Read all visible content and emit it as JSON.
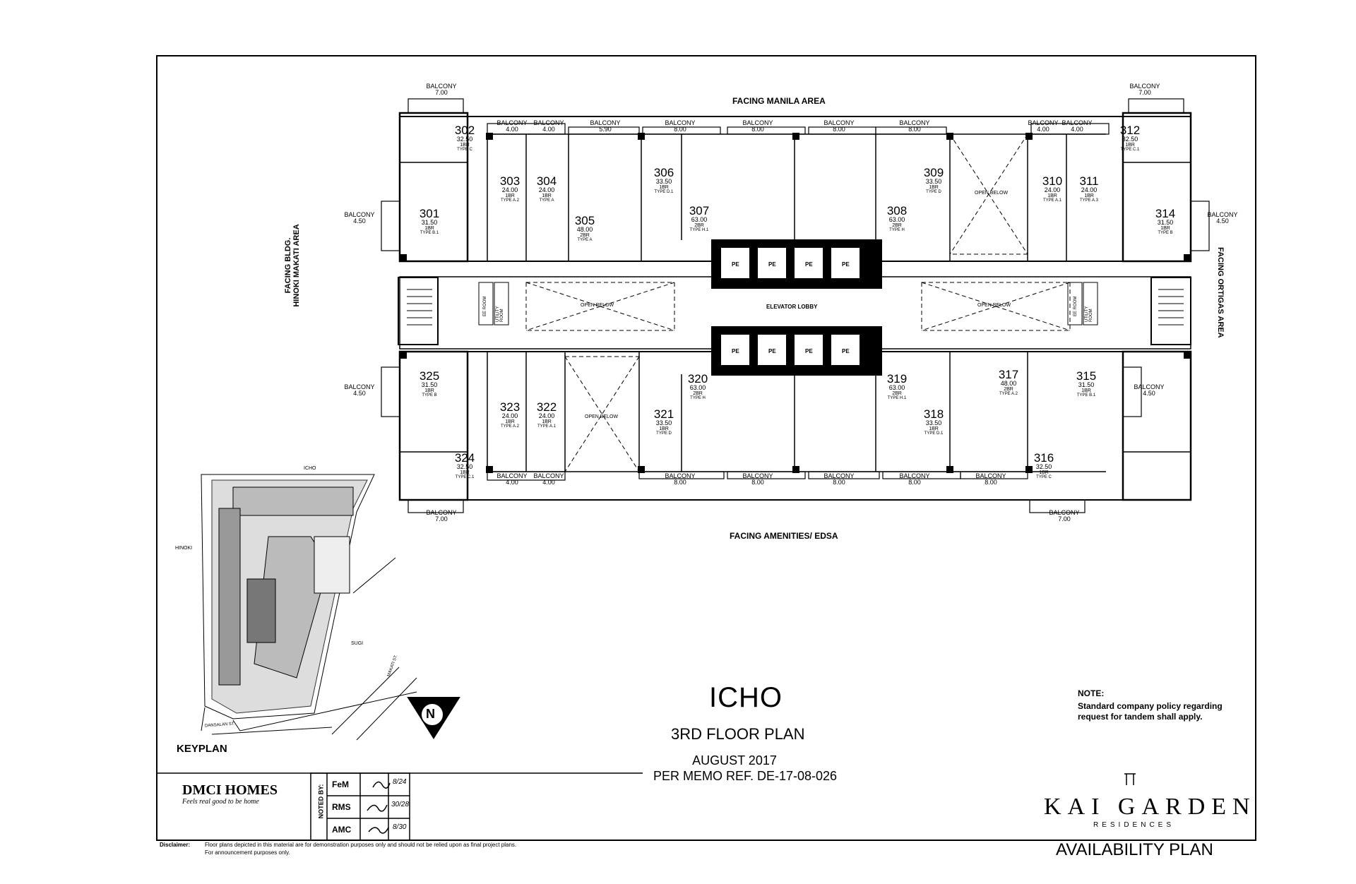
{
  "plan": {
    "facing_top": "FACING MANILA AREA",
    "facing_bottom": "FACING AMENITIES/ EDSA",
    "facing_left": "FACING BLDG. HINOKI MAKATI AREA",
    "facing_right": "FACING ORTIGAS AREA",
    "elevator_lobby": "ELEVATOR LOBBY",
    "open_below": "OPEN BELOW",
    "pe": "PE",
    "ee_room": "EE ROOM",
    "utility_room": "UTILITY ROOM",
    "balconies": [
      {
        "label": "BALCONY",
        "size": "7.00"
      },
      {
        "label": "BALCONY",
        "size": "4.00"
      },
      {
        "label": "BALCONY",
        "size": "4.00"
      },
      {
        "label": "BALCONY",
        "size": "5.90"
      },
      {
        "label": "BALCONY",
        "size": "8.00"
      },
      {
        "label": "BALCONY",
        "size": "8.00"
      },
      {
        "label": "BALCONY",
        "size": "8.00"
      },
      {
        "label": "BALCONY",
        "size": "8.00"
      },
      {
        "label": "BALCONY",
        "size": "4.00"
      },
      {
        "label": "BALCONY",
        "size": "4.00"
      },
      {
        "label": "BALCONY",
        "size": "7.00"
      },
      {
        "label": "BALCONY",
        "size": "4.50"
      },
      {
        "label": "BALCONY",
        "size": "4.50"
      },
      {
        "label": "BALCONY",
        "size": "4.50"
      },
      {
        "label": "BALCONY",
        "size": "4.50"
      },
      {
        "label": "BALCONY",
        "size": "4.00"
      },
      {
        "label": "BALCONY",
        "size": "4.00"
      },
      {
        "label": "BALCONY",
        "size": "8.00"
      },
      {
        "label": "BALCONY",
        "size": "8.00"
      },
      {
        "label": "BALCONY",
        "size": "8.00"
      },
      {
        "label": "BALCONY",
        "size": "8.00"
      },
      {
        "label": "BALCONY",
        "size": "8.00"
      },
      {
        "label": "BALCONY",
        "size": "7.00"
      },
      {
        "label": "BALCONY",
        "size": "7.00"
      }
    ],
    "units": [
      {
        "no": "302",
        "area": "32.50",
        "br": "1BR",
        "type": "TYPE C"
      },
      {
        "no": "301",
        "area": "31.50",
        "br": "1BR",
        "type": "TYPE B.1"
      },
      {
        "no": "303",
        "area": "24.00",
        "br": "1BR",
        "type": "TYPE A.2"
      },
      {
        "no": "304",
        "area": "24.00",
        "br": "1BR",
        "type": "TYPE A"
      },
      {
        "no": "305",
        "area": "48.00",
        "br": "2BR",
        "type": "TYPE A"
      },
      {
        "no": "306",
        "area": "33.50",
        "br": "1BR",
        "type": "TYPE D.1"
      },
      {
        "no": "307",
        "area": "63.00",
        "br": "2BR",
        "type": "TYPE H.1"
      },
      {
        "no": "308",
        "area": "63.00",
        "br": "2BR",
        "type": "TYPE H"
      },
      {
        "no": "309",
        "area": "33.50",
        "br": "1BR",
        "type": "TYPE D"
      },
      {
        "no": "310",
        "area": "24.00",
        "br": "1BR",
        "type": "TYPE A.1"
      },
      {
        "no": "311",
        "area": "24.00",
        "br": "1BR",
        "type": "TYPE A.3"
      },
      {
        "no": "312",
        "area": "32.50",
        "br": "1BR",
        "type": "TYPE C.1"
      },
      {
        "no": "314",
        "area": "31.50",
        "br": "1BR",
        "type": "TYPE B"
      },
      {
        "no": "325",
        "area": "31.50",
        "br": "1BR",
        "type": "TYPE B"
      },
      {
        "no": "323",
        "area": "24.00",
        "br": "1BR",
        "type": "TYPE A.2"
      },
      {
        "no": "322",
        "area": "24.00",
        "br": "1BR",
        "type": "TYPE A.1"
      },
      {
        "no": "324",
        "area": "32.50",
        "br": "1BR",
        "type": "TYPE C.1"
      },
      {
        "no": "320",
        "area": "63.00",
        "br": "2BR",
        "type": "TYPE H"
      },
      {
        "no": "321",
        "area": "33.50",
        "br": "1BR",
        "type": "TYPE D"
      },
      {
        "no": "319",
        "area": "63.00",
        "br": "2BR",
        "type": "TYPE H.1"
      },
      {
        "no": "318",
        "area": "33.50",
        "br": "1BR",
        "type": "TYPE D.1"
      },
      {
        "no": "317",
        "area": "48.00",
        "br": "2BR",
        "type": "TYPE A.2"
      },
      {
        "no": "315",
        "area": "31.50",
        "br": "1BR",
        "type": "TYPE B.1"
      },
      {
        "no": "316",
        "area": "32.50",
        "br": "1BR",
        "type": "TYPE C"
      }
    ]
  },
  "keyplan": {
    "label": "KEYPLAN",
    "icho": "ICHO",
    "hinoki": "HINOKI",
    "sugi": "SUGI",
    "street1": "DANSALAN ST.",
    "street2": "MAKATI ST."
  },
  "north": "N",
  "title": {
    "building": "ICHO",
    "floor": "3RD FLOOR PLAN",
    "date": "AUGUST 2017",
    "memo": "PER MEMO REF. DE-17-08-026"
  },
  "note": {
    "heading": "NOTE:",
    "text": "Standard company policy regarding request for tandem shall apply."
  },
  "brand": {
    "name": "KAI GARDEN",
    "sub": "RESIDENCES",
    "availability": "AVAILABILITY PLAN"
  },
  "logo": {
    "name": "DMCI HOMES",
    "tagline": "Feels real good to be home"
  },
  "noted_by": {
    "label": "NOTED BY:",
    "rows": [
      {
        "name": "FeM",
        "sign": "",
        "date": "8/24"
      },
      {
        "name": "RMS",
        "sign": "",
        "date": "30/28"
      },
      {
        "name": "AMC",
        "sign": "",
        "date": "8/30"
      }
    ]
  },
  "disclaimer": {
    "label": "Disclaimer:",
    "text1": "Floor plans depicted in this material are for demonstration purposes only and should not be relied upon as final project plans.",
    "text2": "For announcement purposes only."
  }
}
